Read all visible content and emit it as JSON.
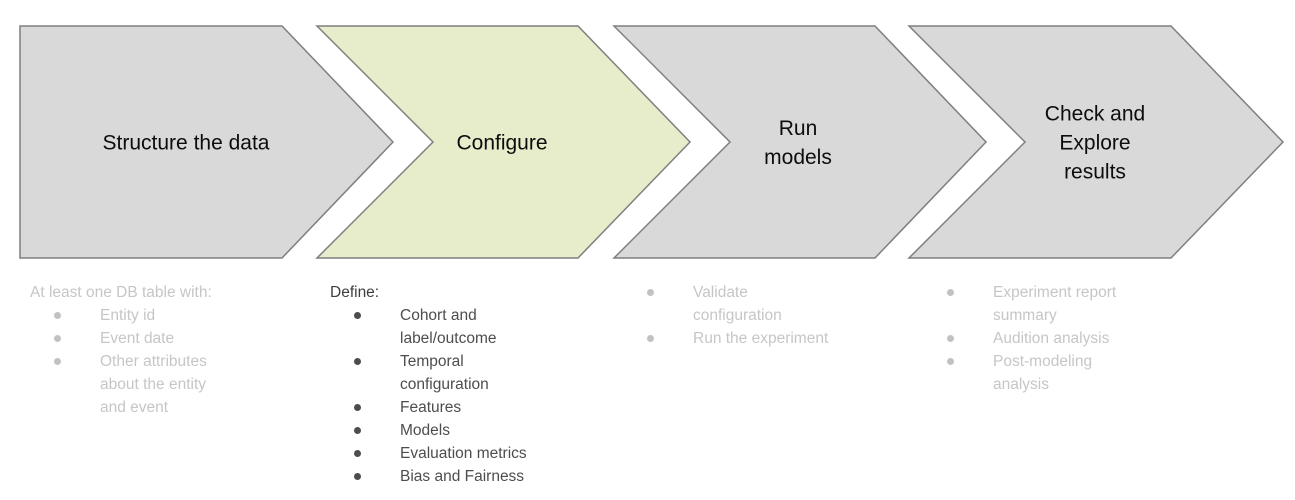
{
  "colors": {
    "stage_active_fill": "#e7ecca",
    "stage_inactive_fill": "#d9d9d9",
    "stage_border": "#7f7f7f",
    "title_text": "#0d0d0d",
    "muted_text": "#c6c6c6",
    "emphasis_text": "#4d4d4d"
  },
  "stages": [
    {
      "label": "Structure the data",
      "state": "inactive"
    },
    {
      "label": "Configure",
      "state": "active"
    },
    {
      "label": "Run\nmodels",
      "state": "inactive"
    },
    {
      "label": "Check and\nExplore\nresults",
      "state": "inactive"
    }
  ],
  "details": [
    {
      "header": "At least one DB table with:",
      "items": [
        "Entity id",
        "Event date",
        "Other attributes\nabout the entity\nand event"
      ]
    },
    {
      "header": "Define:",
      "items": [
        "Cohort and\nlabel/outcome",
        "Temporal\nconfiguration",
        "Features",
        "Models",
        "Evaluation metrics",
        "Bias and Fairness"
      ]
    },
    {
      "header": "",
      "items": [
        "Validate\nconfiguration",
        "Run the experiment"
      ]
    },
    {
      "header": "",
      "items": [
        "Experiment report\nsummary",
        "Audition analysis",
        "Post-modeling\nanalysis"
      ]
    }
  ]
}
